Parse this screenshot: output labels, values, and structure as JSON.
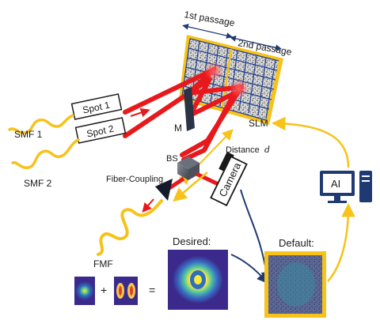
{
  "labels": {
    "pass1": "1st passage",
    "pass2": "2nd passage",
    "spot1": "Spot 1",
    "spot2": "Spot 2",
    "smf1": "SMF 1",
    "smf2": "SMF 2",
    "mirror": "M",
    "slm": "SLM",
    "distance": "Distance",
    "distance_var": "d",
    "bs": "BS",
    "fiber_coupling": "Fiber-Coupling",
    "camera": "Camera",
    "ai": "AI",
    "fmf": "FMF",
    "desired": "Desired:",
    "default": "Default:",
    "plus": "+",
    "equals": "="
  },
  "colors": {
    "beam": "#e8191c",
    "fiber": "#f7c21a",
    "arrow_dark": "#1f3a72",
    "arrow_yellow": "#f7c21a",
    "slm_frame": "#f7c21a",
    "grid_line": "#1f3f8f"
  },
  "icons": [
    "spot-box",
    "mirror",
    "beam-splitter",
    "fiber-coupler",
    "camera",
    "computer-monitor-icon",
    "computer-tower-icon"
  ]
}
